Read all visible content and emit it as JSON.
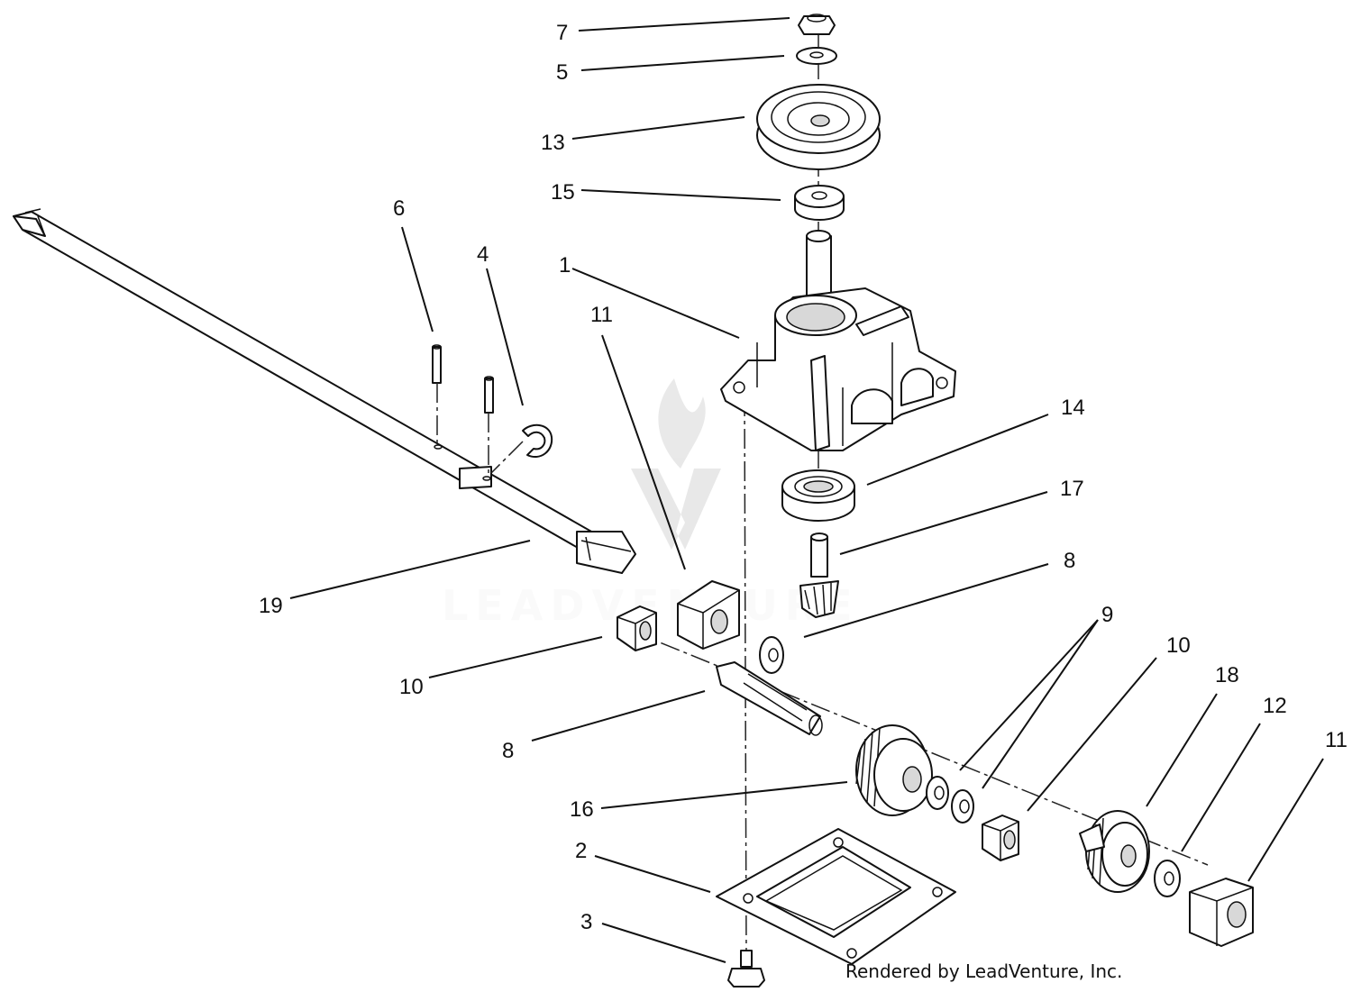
{
  "diagram": {
    "callouts": [
      "7",
      "5",
      "13",
      "15",
      "6",
      "4",
      "1",
      "11",
      "14",
      "17",
      "8",
      "19",
      "9",
      "10",
      "18",
      "10",
      "12",
      "8",
      "11",
      "16",
      "2",
      "3"
    ],
    "watermark": "LEADVENTURE",
    "credit": "Rendered by LeadVenture, Inc.",
    "colors": {
      "line": "#111111",
      "background": "#ffffff",
      "watermark": "#bdbdbd"
    }
  }
}
